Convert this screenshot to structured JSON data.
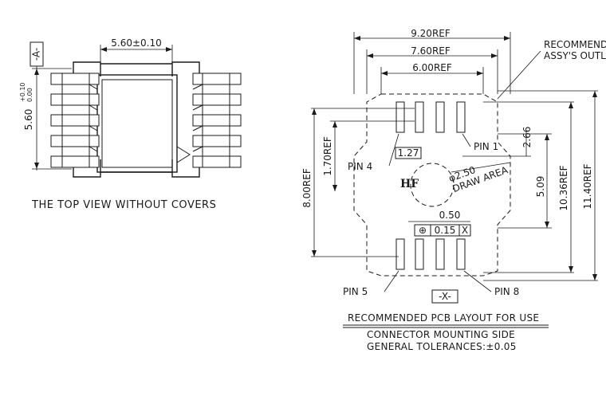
{
  "left_view": {
    "datum_a": "-A-",
    "width_dim": "5.60±0.10",
    "height_dim": "5.60",
    "height_tol_plus": "+0.10",
    "height_tol_minus": "0.00",
    "caption": "THE TOP VIEW WITHOUT COVERS"
  },
  "right_view": {
    "dim_920": "9.20REF",
    "dim_760": "7.60REF",
    "dim_600": "6.00REF",
    "dim_800": "8.00REF",
    "dim_170": "1.70REF",
    "dim_127": "1.27",
    "dim_266": "2.66",
    "dim_509": "5.09",
    "dim_1036": "10.36REF",
    "dim_1140": "11.40REF",
    "dim_050": "0.50",
    "dia_250": "φ2.50",
    "draw_area": "DRAW AREA",
    "tol_symbol": "⊕",
    "tol_value": "0.15",
    "tol_datum": "X",
    "datum_x": "-X-",
    "brand": "HF",
    "pin1": "PIN 1",
    "pin4": "PIN 4",
    "pin5": "PIN 5",
    "pin8": "PIN 8",
    "rec_line1": "RECOMMENDED",
    "rec_line2": "ASSY'S OUTLINE",
    "title": "RECOMMENDED PCB LAYOUT FOR USE",
    "subtitle": "CONNECTOR MOUNTING SIDE",
    "tolerance": "GENERAL TOLERANCES:±0.05"
  }
}
